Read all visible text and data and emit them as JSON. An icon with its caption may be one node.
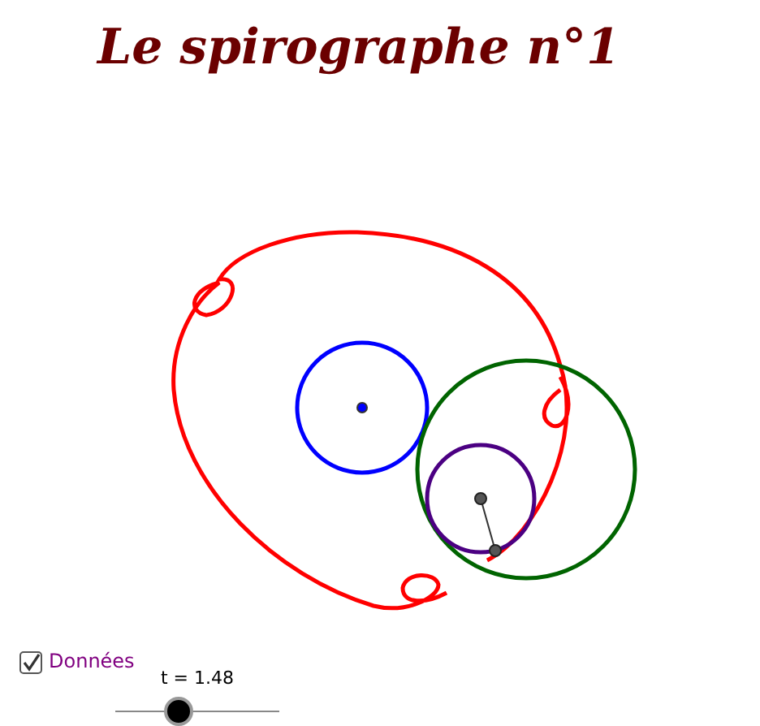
{
  "diagram": {
    "title": "Le spirographe n°1",
    "labels": [
      "Données",
      "t = 1.48"
    ]
  }
}
